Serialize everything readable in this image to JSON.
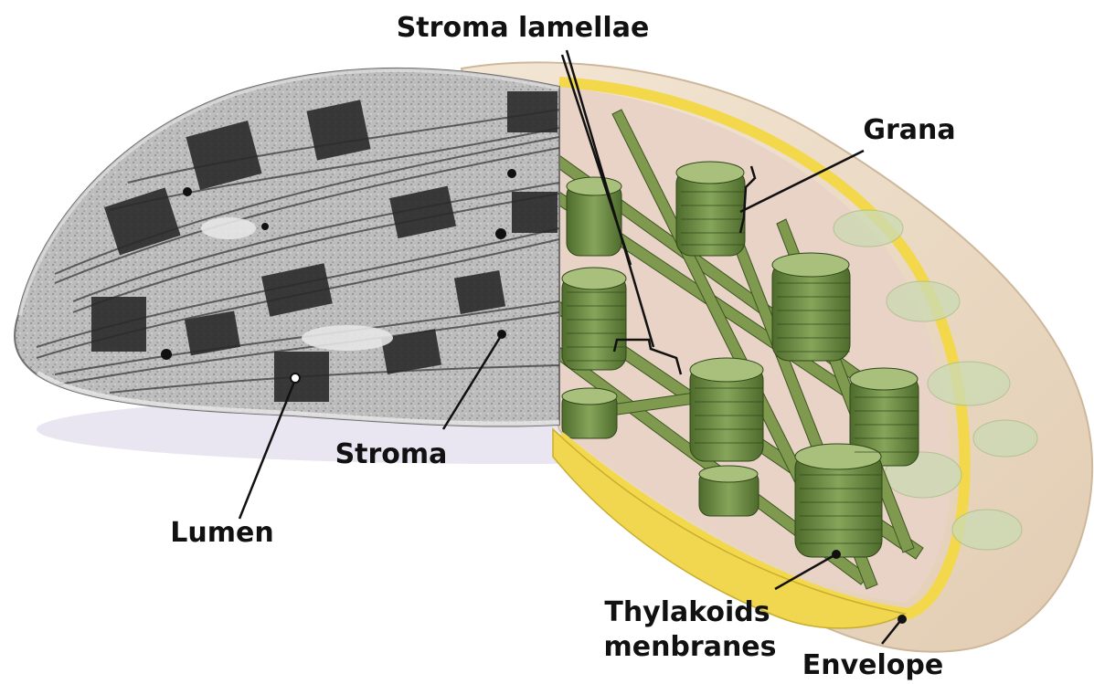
{
  "labels": {
    "stroma_lamellae": "Stroma lamellae",
    "grana": "Grana",
    "stroma": "Stroma",
    "lumen": "Lumen",
    "thylakoids_line1": "Thylakoids",
    "thylakoids_line2": "menbranes",
    "envelope": "Envelope"
  },
  "colors": {
    "micrograph_bg": "#b9b9b9",
    "micrograph_dark": "#2a2a2a",
    "envelope_outer": "#efe2cf",
    "envelope_yellow": "#f2d84a",
    "stroma_pink": "#e9d0c3",
    "grana_green": "#5f7d3a",
    "grana_light": "#9fb879",
    "ghost_green": "#cddab4",
    "leader_line": "#111111"
  }
}
